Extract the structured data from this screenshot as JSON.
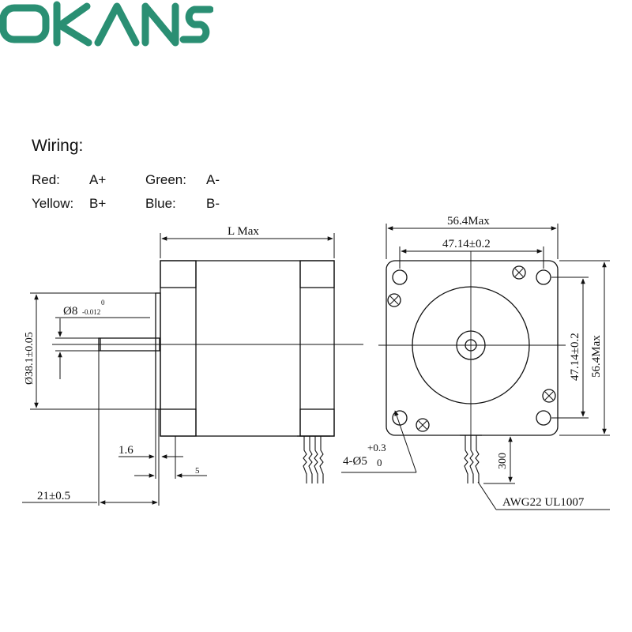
{
  "brand": {
    "logo_text": "OKANS",
    "logo_color": "#2a8f73"
  },
  "wiring": {
    "title": "Wiring:",
    "rows": [
      {
        "color_label": "Red:",
        "signal": "A+"
      },
      {
        "color_label": "Green:",
        "signal": "A-"
      },
      {
        "color_label": "Yellow:",
        "signal": "B+"
      },
      {
        "color_label": "Blue:",
        "signal": "B-"
      }
    ]
  },
  "dimensions": {
    "length": "L Max",
    "shaft_diameter": "Ø8",
    "shaft_tol_upper": "0",
    "shaft_tol_lower": "-0.012",
    "boss_diameter": "Ø38.1±0.05",
    "flange": "1.6",
    "flat": "5",
    "shaft_length": "21±0.5",
    "body_width": "56.4Max",
    "hole_spacing": "47.14±0.2",
    "hole_spacing_v": "47.14±0.2",
    "body_height": "56.4Max",
    "holes": "4-Ø5",
    "holes_tol_upper": "+0.3",
    "holes_tol_lower": "0",
    "lead_length": "300",
    "wire_spec": "AWG22 UL1007"
  }
}
